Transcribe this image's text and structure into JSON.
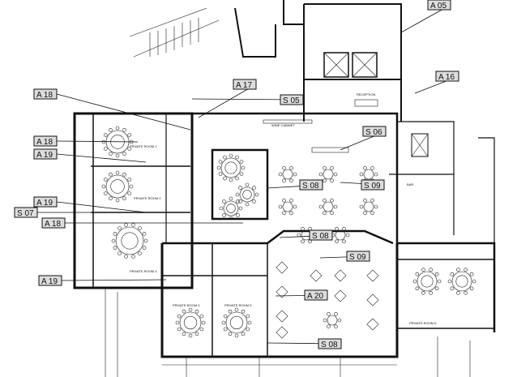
{
  "tags": [
    {
      "id": "A 05"
    },
    {
      "id": "A 16"
    },
    {
      "id": "A 18"
    },
    {
      "id": "A 17"
    },
    {
      "id": "S 05"
    },
    {
      "id": "S 06"
    },
    {
      "id": "A 18"
    },
    {
      "id": "A 19"
    },
    {
      "id": "S 08"
    },
    {
      "id": "S 09"
    },
    {
      "id": "A 19"
    },
    {
      "id": "S 07"
    },
    {
      "id": "A 18"
    },
    {
      "id": "S 08"
    },
    {
      "id": "S 09"
    },
    {
      "id": "A 20"
    },
    {
      "id": "A 19"
    },
    {
      "id": "S 08"
    }
  ],
  "rooms": {
    "private_room_1": "PRIVATE ROOM 1",
    "private_room_2": "PRIVATE ROOM 2",
    "private_room_3": "PRIVATE ROOM 3",
    "private_room_4": "PRIVATE ROOM 4",
    "private_room_5": "PRIVATE ROOM 5",
    "private_room_6": "PRIVATE ROOM 6",
    "reception": "RECEPTION",
    "wine_cabinet": "WINE CABINET",
    "bar": "BAR"
  }
}
